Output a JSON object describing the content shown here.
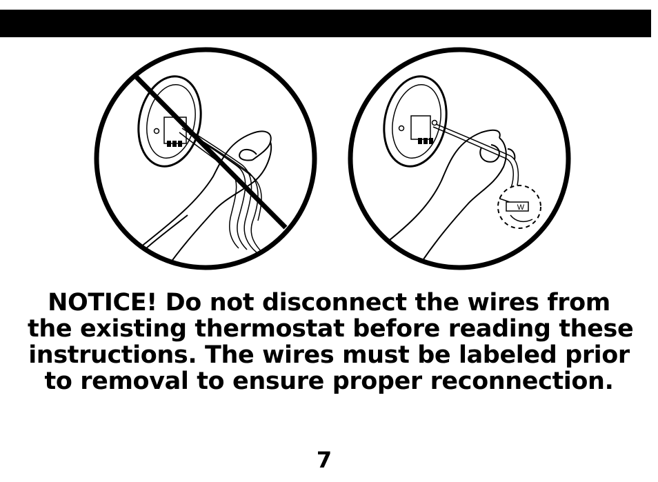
{
  "notice": {
    "lines": [
      "NOTICE! Do not disconnect the wires from",
      "the existing thermostat before reading these",
      "instructions. The wires must be labeled prior",
      "to removal to ensure proper reconnection."
    ]
  },
  "illustrations": {
    "incorrect": {
      "icon": "prohibited-icon"
    },
    "correct": {
      "wire_label": "W"
    }
  },
  "page_number": "7"
}
